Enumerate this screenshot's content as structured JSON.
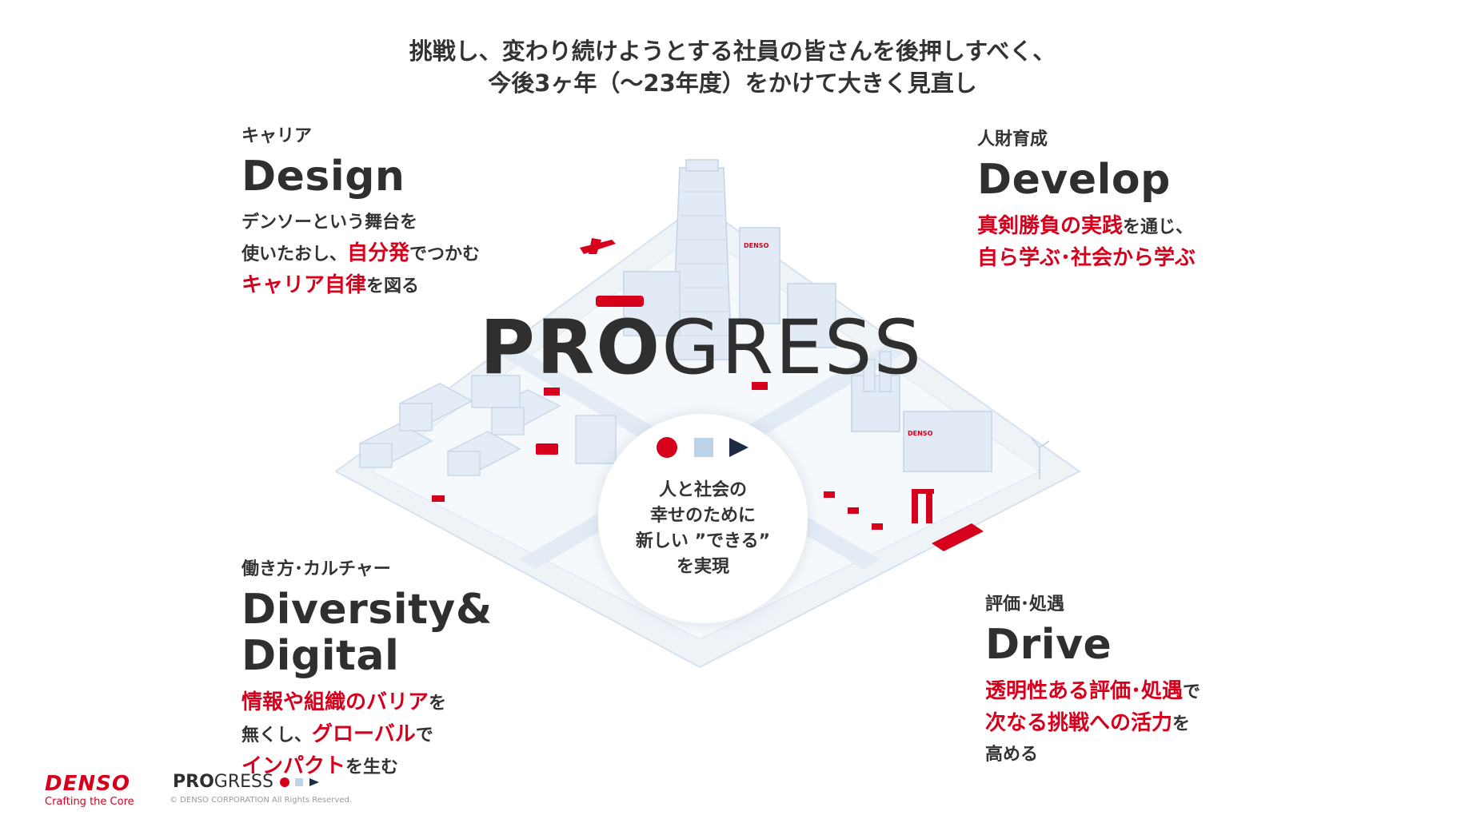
{
  "headline": {
    "line1": "挑戦し、変わり続けようとする社員の皆さんを後押しすべく、",
    "line2": "今後3ヶ年（〜23年度）をかけて大きく見直し"
  },
  "quadrants": {
    "design": {
      "jp": "キャリア",
      "en": "Design",
      "l1": "デンソーという舞台を",
      "l2a": "使いたおし、",
      "l2b": "自分発",
      "l2c": "でつかむ",
      "l3a": "キャリア自律",
      "l3b": "を図る"
    },
    "develop": {
      "jp": "人財育成",
      "en": "Develop",
      "l1a": "真剣勝負の実践",
      "l1b": "を通じ、",
      "l2": "自ら学ぶ･社会から学ぶ"
    },
    "diversity": {
      "jp": "働き方･カルチャー",
      "en1": "Diversity&",
      "en2": "Digital",
      "l1a": "情報や組織のバリア",
      "l1b": "を",
      "l2a": "無くし、",
      "l2b": "グローバル",
      "l2c": "で",
      "l3a": "インパクト",
      "l3b": "を生む"
    },
    "drive": {
      "jp": "評価･処遇",
      "en": "Drive",
      "l1a": "透明性ある評価･処遇",
      "l1b": "で",
      "l2a": "次なる挑戦への活力",
      "l2b": "を",
      "l3": "高める"
    }
  },
  "logo": {
    "bold": "PRO",
    "thin": "GRESS"
  },
  "circle": {
    "line1": "人と社会の",
    "line2": "幸せのために",
    "line3": "新しい ”できる”",
    "line4": "を実現"
  },
  "city_signs": {
    "sign1": "DENSO",
    "sign2": "DENSO"
  },
  "footer": {
    "brand": "DENSO",
    "tagline": "Crafting the Core",
    "logo_bold": "PRO",
    "logo_thin": "GRESS",
    "copyright": "© DENSO CORPORATION All Rights Reserved."
  },
  "colors": {
    "accent_red": "#d7001c",
    "text_dark": "#333333",
    "city_blue": "#dfe9f3",
    "navy": "#1c2a44"
  },
  "icons": [
    "red-circle-icon",
    "light-blue-square-icon",
    "navy-triangle-icon"
  ]
}
